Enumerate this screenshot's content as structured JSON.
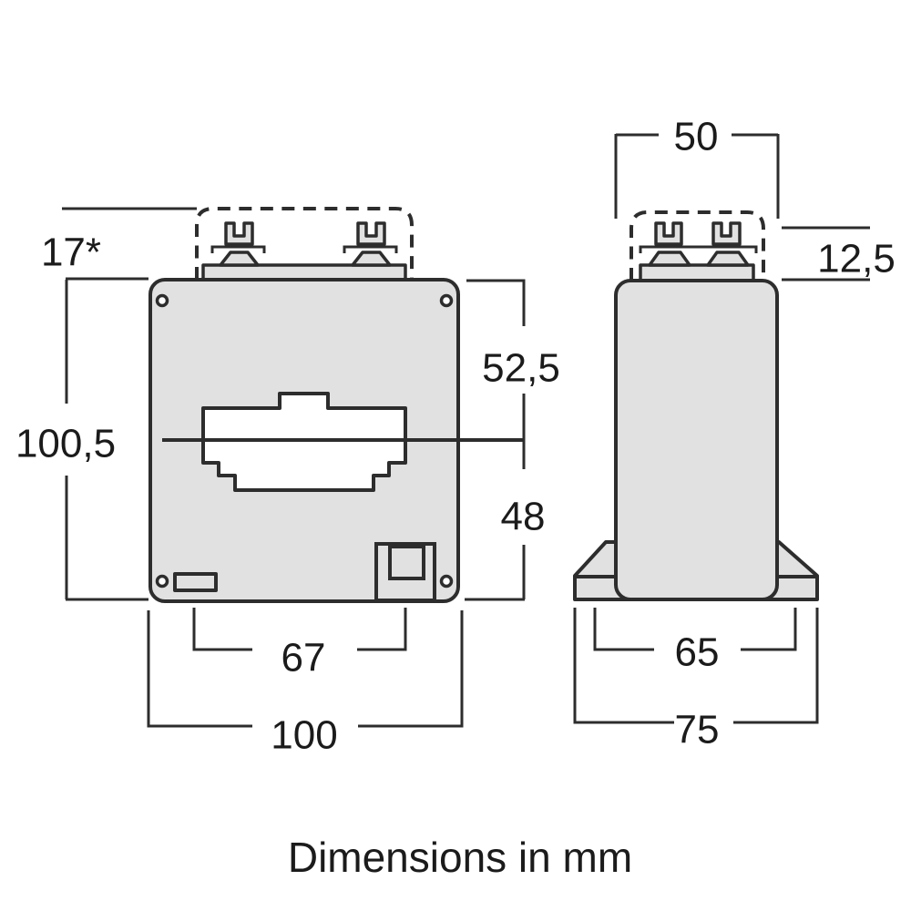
{
  "caption": "Dimensions in mm",
  "colors": {
    "body_fill": "#e1e1e1",
    "outline": "#2d2d2d",
    "text": "#1b1b1b",
    "background": "#ffffff"
  },
  "front_view": {
    "dimensions": {
      "terminal_height": "17*",
      "overall_height": "100,5",
      "top_to_center": "52,5",
      "center_to_bottom": "48",
      "fixing_centers": "67",
      "overall_width": "100"
    }
  },
  "side_view": {
    "dimensions": {
      "body_width": "50",
      "terminal_projection": "12,5",
      "base_fixing_centers": "65",
      "base_width": "75"
    }
  }
}
